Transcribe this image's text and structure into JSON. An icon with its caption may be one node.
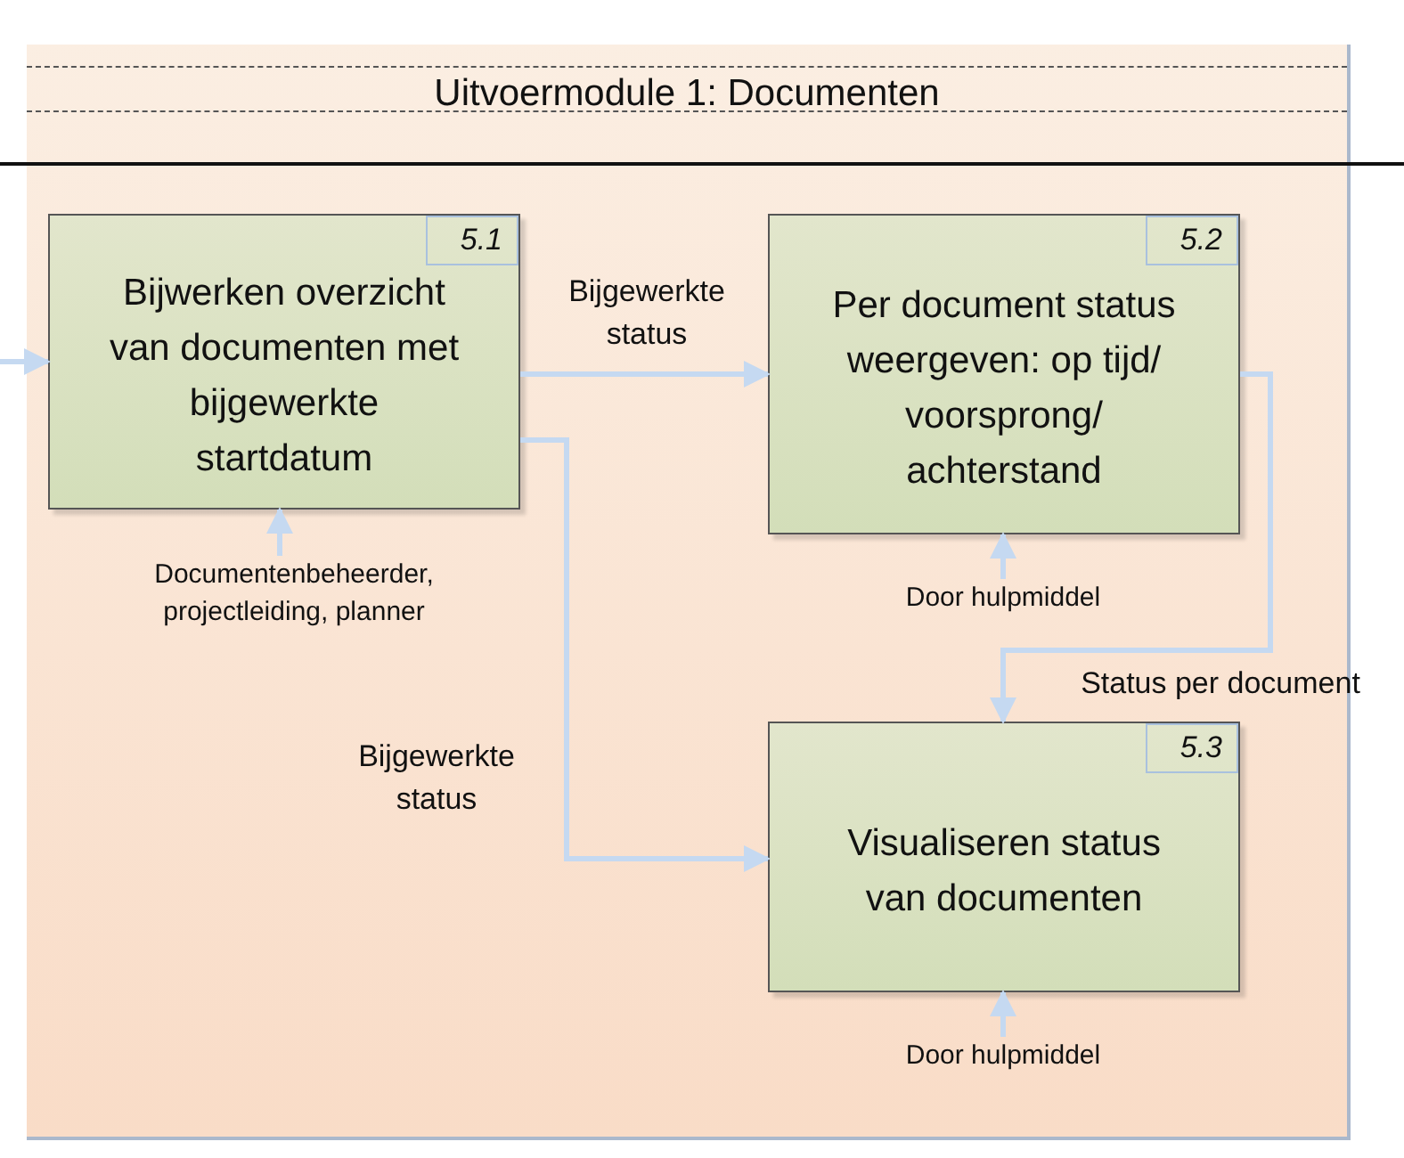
{
  "diagram": {
    "nodes": [
      {
        "text": [
          "Uitvoermodule 1: Documenten"
        ]
      },
      {
        "text": [
          "5.1",
          "Bijwerken overzicht van documenten met bijgewerkte startdatum"
        ],
        "in": 0
      },
      {
        "text": [
          "5.2",
          "Per document status weergeven: op tijd/ voorsprong/ achterstand"
        ],
        "in": 0
      },
      {
        "text": [
          "5.3",
          "Visualiseren status van documenten"
        ],
        "in": 0
      },
      {
        "text": [
          "Documentenbeheerder, projectleiding, planner"
        ],
        "in": 0
      },
      {
        "text": [
          "Door hulpmiddel"
        ],
        "in": 0
      },
      {
        "text": [
          "Door hulpmiddel"
        ],
        "in": 0
      }
    ],
    "edges": [
      {
        "from": null,
        "to": 1,
        "arrow": "to"
      },
      {
        "from": 1,
        "to": 2,
        "arrow": "to",
        "label": "Bijgewerkte status"
      },
      {
        "from": 1,
        "to": 3,
        "arrow": "to",
        "label": "Bijgewerkte status"
      },
      {
        "from": 2,
        "to": 3,
        "arrow": "to",
        "label": "Status per document"
      },
      {
        "from": 4,
        "to": 1,
        "arrow": "to"
      },
      {
        "from": 5,
        "to": 2,
        "arrow": "to"
      },
      {
        "from": 6,
        "to": 3,
        "arrow": "to"
      }
    ]
  }
}
